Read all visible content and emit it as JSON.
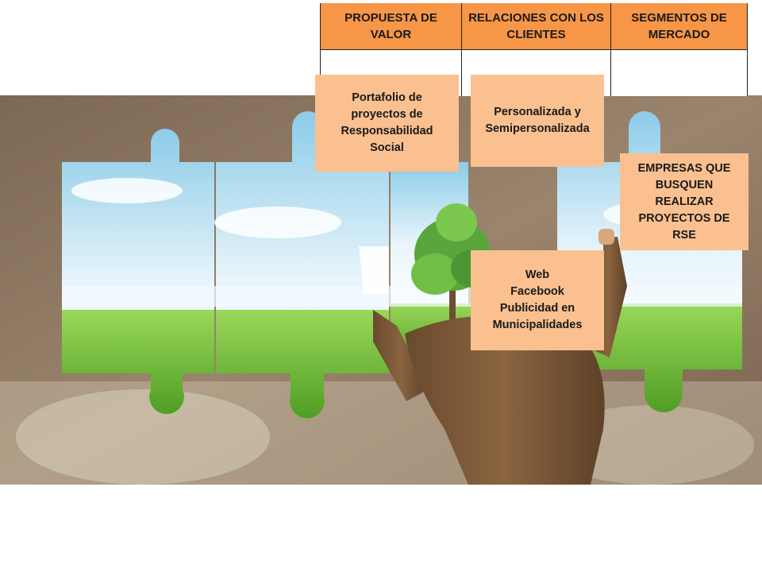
{
  "table": {
    "headers": [
      {
        "label": "PROPUESTA DE VALOR"
      },
      {
        "label": "RELACIONES CON LOS CLIENTES"
      },
      {
        "label": "SEGMENTOS DE MERCADO"
      }
    ]
  },
  "cards": {
    "value_proposition": {
      "lines": [
        "Portafolio de",
        "proyectos de",
        "Responsabilidad",
        "Social"
      ]
    },
    "relations": {
      "lines": [
        "Personalizada y",
        "Semipersonalizada"
      ]
    },
    "segments": {
      "lines": [
        "EMPRESAS QUE",
        "BUSQUEN",
        "REALIZAR",
        "PROYECTOS DE",
        "RSE"
      ]
    },
    "channels": {
      "lines": [
        "Web",
        "Facebook",
        "Publicidad en",
        "Municipalidades"
      ]
    }
  },
  "colors": {
    "header_fill": "#f79646",
    "card_fill": "#fac090",
    "wall": "#8c7560",
    "sky": "#bfe3f5",
    "grass": "#6cc23a"
  }
}
